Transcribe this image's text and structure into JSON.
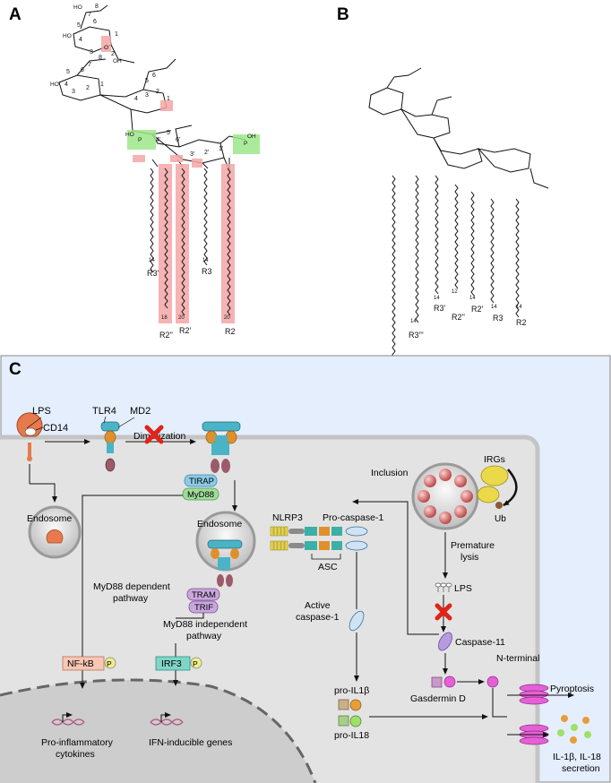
{
  "panels": {
    "a": "A",
    "b": "B",
    "c": "C"
  },
  "panel_a": {
    "ring_numbers": [
      "1",
      "2",
      "3",
      "4",
      "5",
      "6",
      "7",
      "8",
      "1",
      "2",
      "3",
      "4",
      "5",
      "6",
      "7",
      "8",
      "1",
      "2",
      "3",
      "4",
      "5",
      "6",
      "1'",
      "2'",
      "3'",
      "4'",
      "5'",
      "6'"
    ],
    "chain_numbers": [
      "14",
      "18",
      "20",
      "14",
      "20"
    ],
    "chain_labels": [
      "R3'",
      "R2''",
      "R2'",
      "R3",
      "R2"
    ],
    "groups": {
      "phosphate": "P",
      "hydroxyl": "OH",
      "ho": "HO",
      "oxygen": "O"
    },
    "highlight_colors": {
      "lipid_chain": "#f4a6a6",
      "phosphate": "#9ee68a"
    }
  },
  "panel_b": {
    "chain_numbers": [
      "14",
      "14",
      "12",
      "14",
      "14",
      "14"
    ],
    "chain_labels": [
      "R3'''",
      "R3'",
      "R2''",
      "R2'",
      "R3",
      "R2"
    ]
  },
  "panel_c": {
    "receptors": {
      "lps": "LPS",
      "cd14": "CD14",
      "tlr4": "TLR4",
      "md2": "MD2",
      "dimerization": "Dimerization"
    },
    "adaptors": {
      "tirap": "TIRAP",
      "myd88": "MyD88",
      "tram": "TRAM",
      "trif": "TRIF"
    },
    "compartments": {
      "endosome_left": "Endosome",
      "endosome_center": "Endosome",
      "inclusion": "Inclusion"
    },
    "pathways": {
      "myd88_dependent": "MyD88 dependent pathway",
      "myd88_independent": "MyD88 independent pathway"
    },
    "transcription": {
      "nfkb": "NF-kB",
      "irf3": "IRF3",
      "phospho": "P"
    },
    "genes": {
      "pro_inflammatory": "Pro-inflammatory cytokines",
      "ifn": "IFN-inducible genes"
    },
    "inflammasome": {
      "nlrp3": "NLRP3",
      "pro_caspase1": "Pro-caspase-1",
      "asc": "ASC",
      "active_caspase1": "Active caspase-1",
      "caspase11": "Caspase-11"
    },
    "chlamydia": {
      "irgs": "IRGs",
      "ub": "Ub",
      "premature_lysis": "Premature lysis",
      "lps_free": "LPS"
    },
    "pyroptosis": {
      "gasdermin": "Gasdermin D",
      "n_terminal": "N-terminal",
      "pyroptosis": "Pyroptosis",
      "pro_il1b": "pro-IL1β",
      "pro_il18": "pro-IL18",
      "secretion": "IL-1β, IL-18 secretion"
    },
    "colors": {
      "extracellular_bg": "#e4eefc",
      "cytoplasm": "#e3e3e3",
      "nucleus": "#cdcdcd",
      "nfkb_box": "#f7c6b4",
      "irf3_box": "#7fd6c8",
      "tirap": "#8ccbe6",
      "myd88": "#9fdc9b",
      "tram_trif": "#c9a7dd",
      "inhibition_x": "#e2231a",
      "phospho_circle": "#eeee88"
    }
  }
}
